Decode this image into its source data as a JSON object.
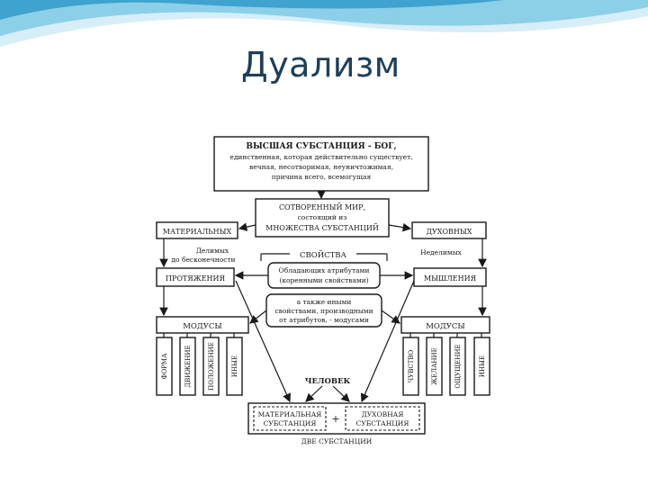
{
  "slide": {
    "title": "Дуализм"
  },
  "diagram": {
    "top_box": {
      "title": "ВЫСШАЯ СУБСТАНЦИЯ - БОГ,",
      "line1": "единственная, которая действительно существует,",
      "line2": "вечная, несотворимая, неуничтожимая,",
      "line3": "причина всего, всемогущая"
    },
    "created_world": {
      "line1": "СОТВОРЕННЫЙ МИР,",
      "line2": "состоящий из",
      "line3": "МНОЖЕСТВА СУБСТАНЦИЙ"
    },
    "material": "МАТЕРИАЛЬНЫХ",
    "spiritual": "ДУХОВНЫХ",
    "divisible_line1": "Делимых",
    "divisible_line2": "до бесконечности",
    "indivisible": "Неделимых",
    "properties": "СВОЙСТВА",
    "attributes_line1": "Обладающих атрибутами",
    "attributes_line2": "(коренными свойствами)",
    "extension": "ПРОТЯЖЕНИЯ",
    "thinking": "МЫШЛЕНИЯ",
    "also_line1": "а также иными",
    "also_line2": "свойствами, производными",
    "also_line3": "от атрибутов, - модусами",
    "modes_left": "МОДУСЫ",
    "modes_right": "МОДУСЫ",
    "left_modes": [
      "ФОРМА",
      "ДВИЖЕНИЕ",
      "ПОЛОЖЕНИЕ",
      "ИНЫЕ"
    ],
    "right_modes": [
      "ЧУВСТВО",
      "ЖЕЛАНИЕ",
      "ОЩУЩЕНИЕ",
      "ИНЫЕ"
    ],
    "human": "ЧЕЛОВЕК",
    "material_substance_line1": "МАТЕРИАЛЬНАЯ",
    "material_substance_line2": "СУБСТАНЦИЯ",
    "plus": "+",
    "spiritual_substance_line1": "ДУХОВНАЯ",
    "spiritual_substance_line2": "СУБСТАНЦИЯ",
    "two_substances": "ДВЕ СУБСТАНЦИИ"
  },
  "colors": {
    "title": "#1f3f56",
    "wave_light": "#d6eef8",
    "wave_mid": "#8ccfe8",
    "wave_dark": "#3fa2cf",
    "ink": "#1a1a1a"
  }
}
